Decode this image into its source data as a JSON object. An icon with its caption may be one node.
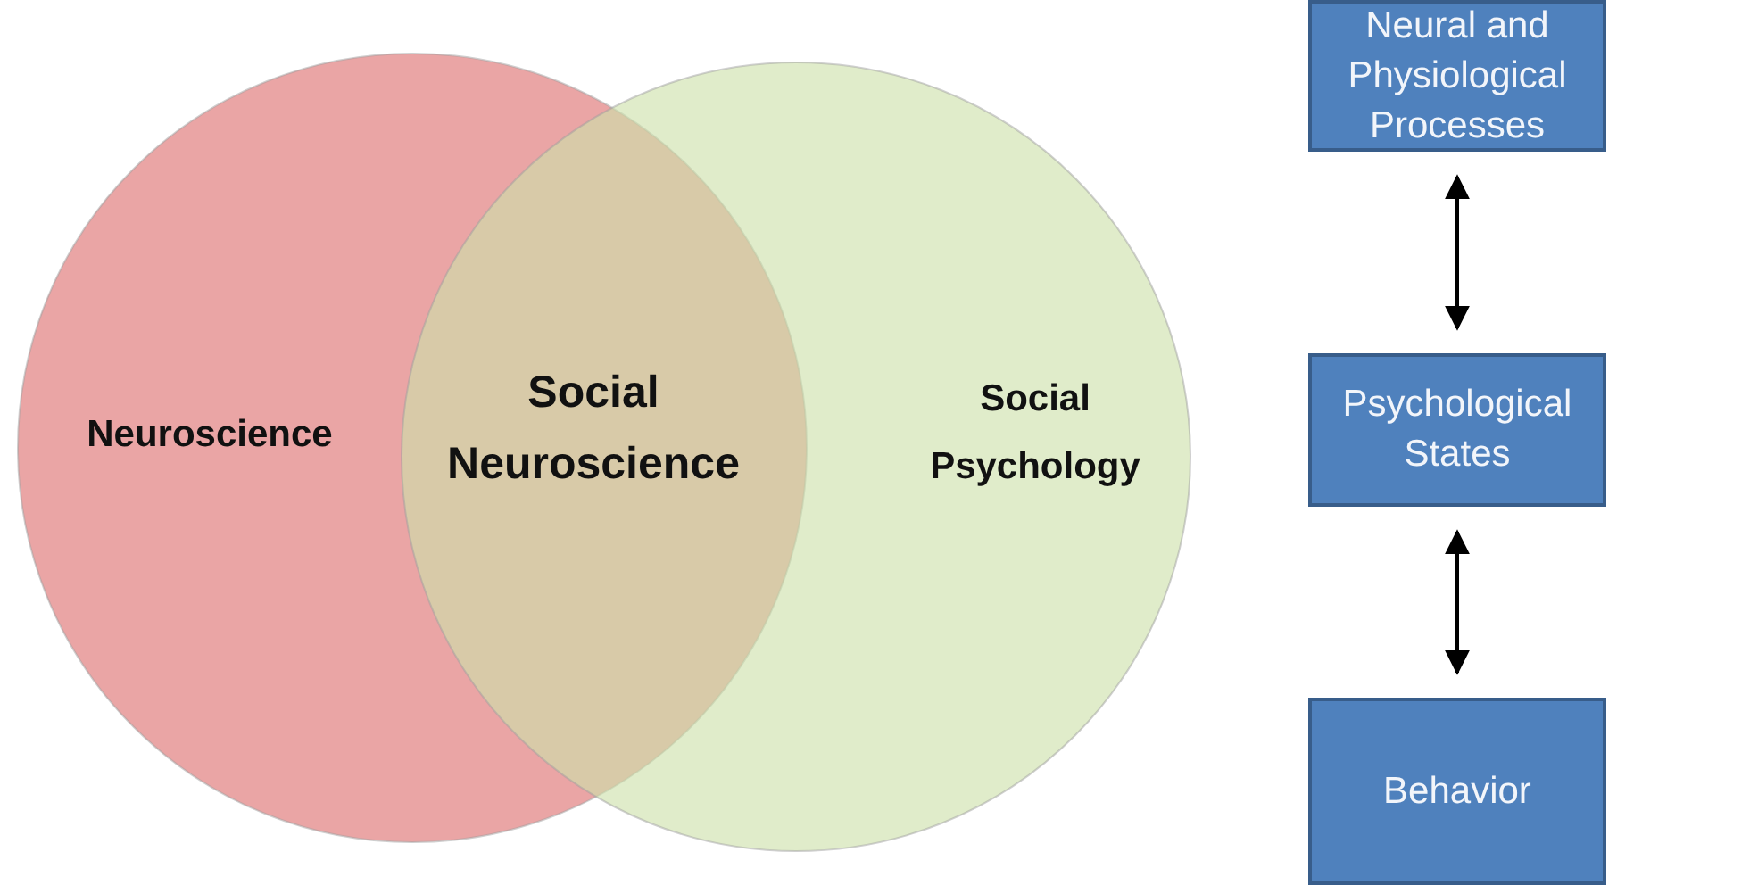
{
  "diagram": {
    "nodes": [
      {
        "text": [
          "Neuroscience"
        ]
      },
      {
        "text": [
          "Social Psychology"
        ]
      },
      {
        "text": [
          "Social Neuroscience"
        ]
      },
      {
        "text": [
          "Neural and Physiological Processes"
        ]
      },
      {
        "text": [
          "Psychological States"
        ]
      },
      {
        "text": [
          "Behavior"
        ]
      }
    ],
    "edges": [
      {
        "from": 3,
        "to": 4,
        "arrow": "both"
      },
      {
        "from": 4,
        "to": 5,
        "arrow": "both"
      }
    ]
  }
}
